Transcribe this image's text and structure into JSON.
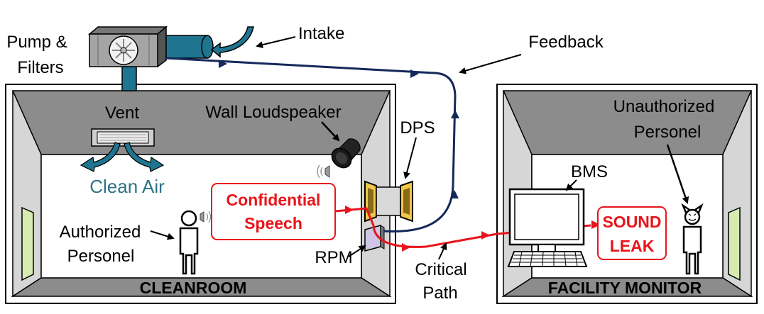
{
  "labels": {
    "pump_line1": "Pump &",
    "pump_line2": "Filters",
    "intake": "Intake",
    "feedback": "Feedback",
    "vent": "Vent",
    "clean_air": "Clean Air",
    "wall_loudspeaker": "Wall Loudspeaker",
    "dps": "DPS",
    "confidential_line1": "Confidential",
    "confidential_line2": "Speech",
    "authorized_line1": "Authorized",
    "authorized_line2": "Personel",
    "rpm": "RPM",
    "critical_line1": "Critical",
    "critical_line2": "Path",
    "cleanroom": "CLEANROOM",
    "bms": "BMS",
    "unauthorized_line1": "Unauthorized",
    "unauthorized_line2": "Personel",
    "sound_leak_line1": "SOUND",
    "sound_leak_line2": "LEAK",
    "facility_monitor": "FACILITY MONITOR"
  },
  "colors": {
    "duct": "#1f7590",
    "feedback_line": "#14285a",
    "critical_path": "#e8141b",
    "room_ceiling": "#8c8c8c",
    "room_wall": "#d6d6d6",
    "door": "#d7ebb1",
    "dps_face": "#f2c84b",
    "rpm_face": "#cfc6e6"
  }
}
